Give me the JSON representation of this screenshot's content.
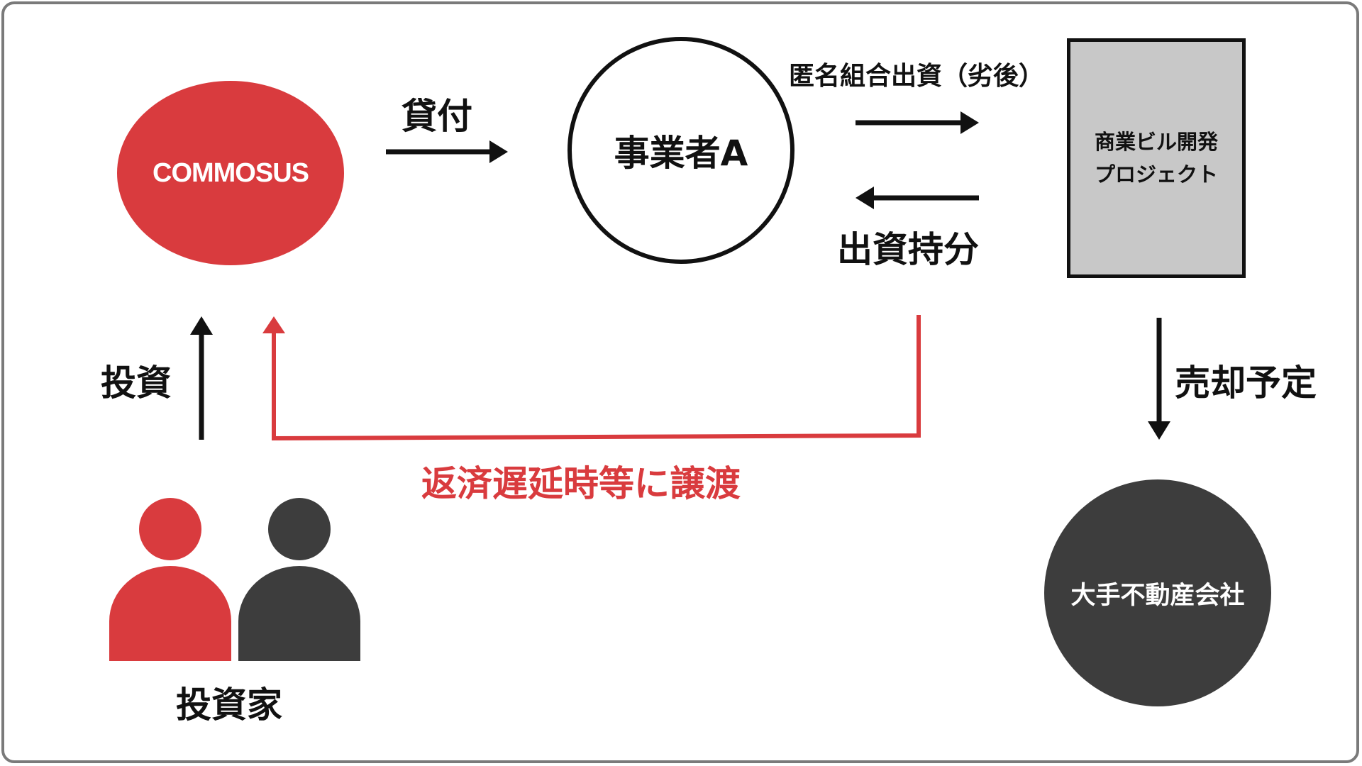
{
  "colors": {
    "red": "#d93b3e",
    "dark": "#3d3d3d",
    "gray_box": "#c8c8c8",
    "frame": "#7a7a7a",
    "text": "#111111"
  },
  "nodes": {
    "commosus_logo": "COMMOSUS",
    "business_a": "事業者A",
    "project_line1": "商業ビル開発",
    "project_line2": "プロジェクト",
    "buyer": "大手不動産会社",
    "investors": "投資家"
  },
  "edges": {
    "loan": "貸付",
    "anonymous_investment": "匿名組合出資（劣後）",
    "equity_stake": "出資持分",
    "investment": "投資",
    "planned_sale": "売却予定",
    "transfer_on_delay": "返済遅延時等に譲渡"
  },
  "icons": {
    "investor_red": "person-icon",
    "investor_dark": "person-icon"
  }
}
